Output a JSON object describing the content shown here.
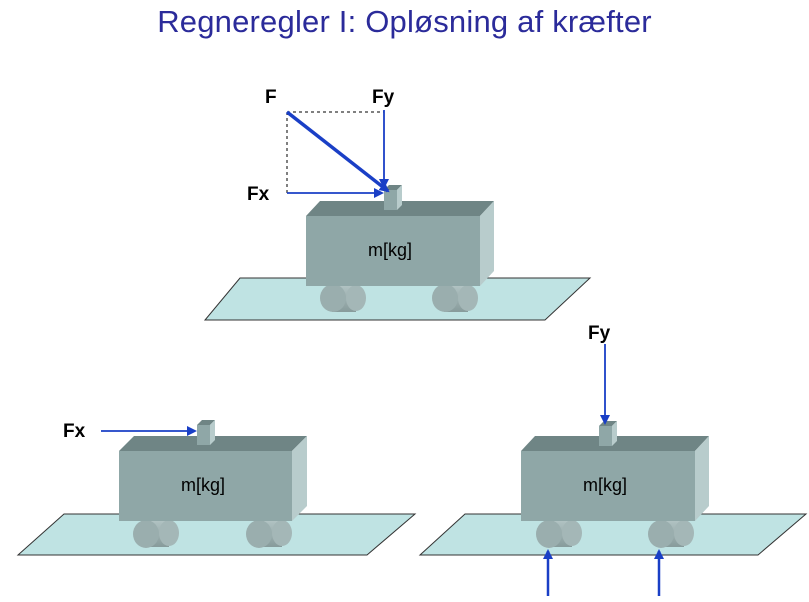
{
  "title": "Regneregler I:  Opløsning af kræfter",
  "mass_label": "m[kg]",
  "force_labels": {
    "f": "F",
    "fx": "Fx",
    "fy": "Fy"
  },
  "colors": {
    "title": "#2b2b9a",
    "arrow": "#1a3fc6",
    "platform_fill": "#bfe3e3",
    "box_front": "#8fa7a7",
    "box_top": "#6f8585",
    "box_side": "#b8cccc",
    "wheel": "#9eb2b2"
  }
}
